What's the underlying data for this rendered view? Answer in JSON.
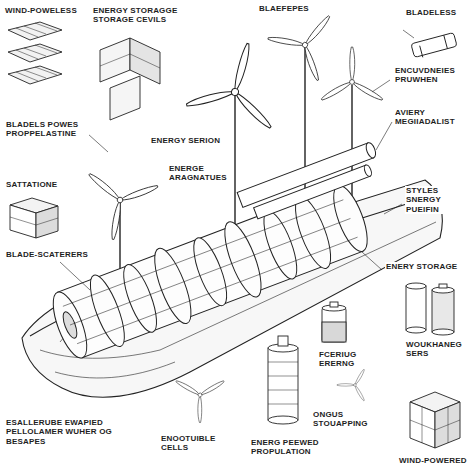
{
  "diagram": {
    "labels": [
      "WIND-POWELESS",
      "ENERGY STORAGGE STORAGE CEVILS",
      "BLAEFEPES",
      "BLADELESS",
      "ENCUVDNEIES PRUWHEN",
      "BLADELS POWES PROPPELASTINE",
      "AVIERY MEGIIADALIST",
      "ENERGY SERION",
      "ENERGE ARAGNATUES",
      "SATTATIONE",
      "STYLES SNERGY PUEIFIN",
      "BLADE-SCATERERS",
      "ENERY STORAGE",
      "WOUKHANEG SERS",
      "FCERIUG ERERNG",
      "ESALLERUBE EWAPIED PELLOLAMER WUHER OG BESAPES",
      "ONGUS STOUAPPING",
      "ENOOTUIBLE CELLS",
      "ENERG PEEWED PROPULATION",
      "WIND-POWERED"
    ]
  }
}
